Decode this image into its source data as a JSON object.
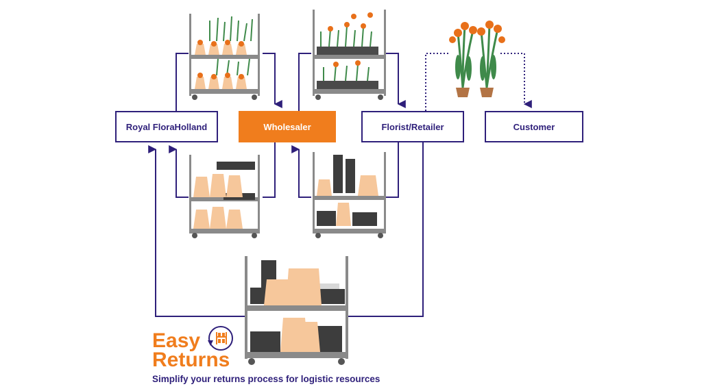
{
  "nodes": {
    "royal_florahooland": "Royal FloraHolland",
    "wholesaler": "Wholesaler",
    "florist_retailer": "Florist/Retailer",
    "customer": "Customer"
  },
  "brand": {
    "line1": "Easy",
    "line2": "Returns",
    "tagline": "Simplify your returns process for logistic resources"
  },
  "colors": {
    "navy": "#2e1f7a",
    "orange": "#f07d1d",
    "pot": "#f6c79b",
    "tray": "#3d3d3d",
    "cart": "#9a9a9a",
    "leaf": "#3f8a4a"
  },
  "icons": {
    "trolley": "flower-trolley-icon",
    "return": "return-arrow-icon"
  }
}
